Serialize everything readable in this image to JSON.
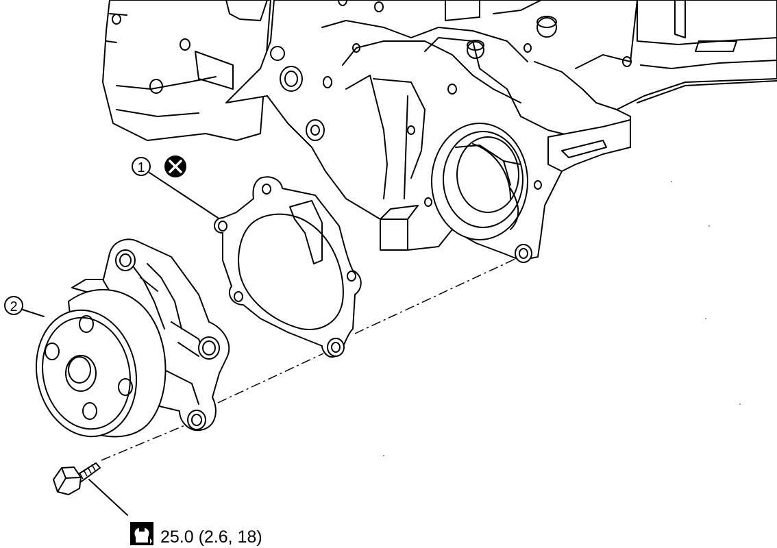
{
  "callouts": [
    {
      "number": "1",
      "note": "replace-part-mark"
    },
    {
      "number": "2"
    }
  ],
  "torque": {
    "icon": "torque-wrench-icon",
    "value_text": "25.0 (2.6, 18)"
  },
  "colors": {
    "line": "#000000",
    "background": "#ffffff"
  }
}
